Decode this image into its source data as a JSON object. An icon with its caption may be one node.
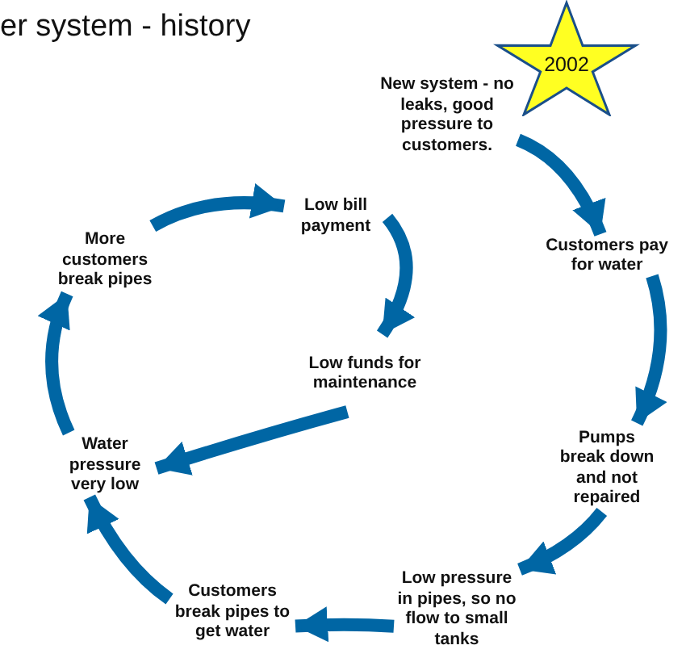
{
  "diagram": {
    "title": "er system - history",
    "nodes": [
      {
        "text": [
          "2002"
        ]
      },
      {
        "text": [
          "New system - no leaks, good pressure to customers."
        ]
      },
      {
        "text": [
          "Customers pay for water"
        ]
      },
      {
        "text": [
          "Pumps break down and not repaired"
        ]
      },
      {
        "text": [
          "Low pressure in pipes, so no flow to small tanks"
        ]
      },
      {
        "text": [
          "Customers break pipes to get water"
        ]
      },
      {
        "text": [
          "Water pressure very low"
        ]
      },
      {
        "text": [
          "More customers break pipes"
        ]
      },
      {
        "text": [
          "Low bill payment"
        ]
      },
      {
        "text": [
          "Low funds for maintenance"
        ]
      }
    ],
    "edges": [
      {
        "from": 1,
        "to": 2,
        "arrow": "to"
      },
      {
        "from": 2,
        "to": 3,
        "arrow": "to"
      },
      {
        "from": 3,
        "to": 4,
        "arrow": "to"
      },
      {
        "from": 4,
        "to": 5,
        "arrow": "to"
      },
      {
        "from": 5,
        "to": 6,
        "arrow": "to"
      },
      {
        "from": 6,
        "to": 7,
        "arrow": "to"
      },
      {
        "from": 7,
        "to": 8,
        "arrow": "to"
      },
      {
        "from": 8,
        "to": 9,
        "arrow": "to"
      },
      {
        "from": 9,
        "to": 6,
        "arrow": "to"
      }
    ]
  }
}
